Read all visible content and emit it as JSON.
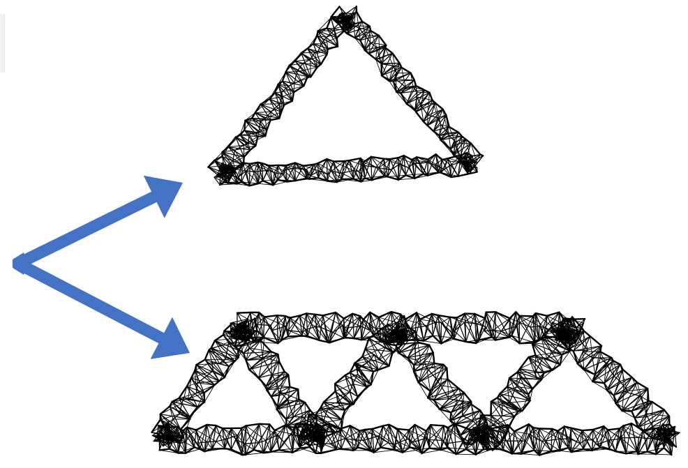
{
  "figure": {
    "description_visible_text": "",
    "colors": {
      "background": "#ffffff",
      "mesh": "#000000",
      "arrow": "#4472c4"
    }
  },
  "components": [
    {
      "id": "triangle-truss",
      "kind": "single triangle frame mesh"
    },
    {
      "id": "warren-truss",
      "kind": "multi-bay triangulated truss mesh"
    }
  ],
  "arrows": [
    {
      "id": "arrow-to-triangle",
      "direction": "up-right",
      "color": "#4472c4"
    },
    {
      "id": "arrow-to-truss",
      "direction": "down-right",
      "color": "#4472c4"
    }
  ]
}
